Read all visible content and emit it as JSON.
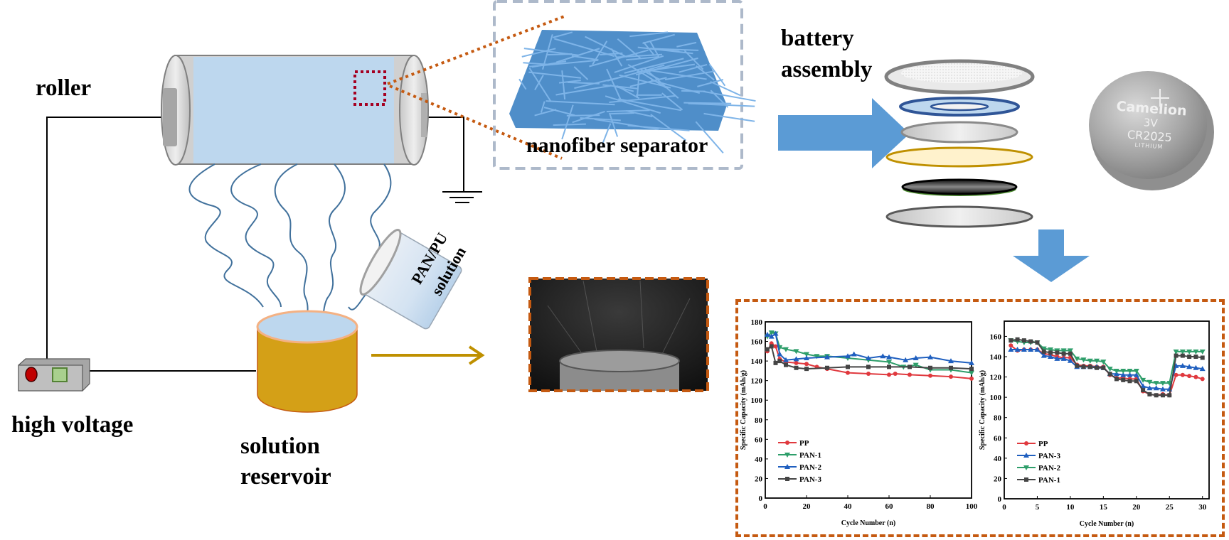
{
  "labels": {
    "roller": "roller",
    "high_voltage": "high voltage",
    "solution_reservoir_line1": "solution",
    "solution_reservoir_line2": "reservoir",
    "pan_pu_line1": "PAN/PU",
    "pan_pu_line2": "solution",
    "nanofiber_separator": "nanofiber separator",
    "battery_assembly_line1": "battery",
    "battery_assembly_line2": "assembly"
  },
  "coin_cell": {
    "brand": "Camelion",
    "voltage": "3V",
    "model": "CR2025",
    "chemistry": "LITHIUM"
  },
  "colors": {
    "roller_fill": "#bdd7ee",
    "roller_cap": "#d9d9d9",
    "fiber_jet": "#41719c",
    "reservoir": "#d4a017",
    "reservoir_edge": "#c55a11",
    "arrow_blue": "#5b9bd5",
    "arrow_gold": "#bf9000",
    "dotted_orange": "#c55a11",
    "highlight_red": "#a50021",
    "frame_gray": "#adb9ca",
    "frame_orange": "#c55a11",
    "pp": "#e0393e",
    "pan1_green": "#2e9e6a",
    "pan2_blue": "#1f5fbf",
    "pan3_gray": "#444444"
  },
  "chart_data": [
    {
      "type": "line",
      "title": "",
      "xlabel": "Cycle Number (n)",
      "ylabel": "Specific Capacity (mAh/g)",
      "xlim": [
        0,
        100
      ],
      "ylim": [
        0,
        180
      ],
      "xticks": [
        0,
        20,
        40,
        60,
        80,
        100
      ],
      "yticks": [
        0,
        20,
        40,
        60,
        80,
        100,
        120,
        140,
        160,
        180
      ],
      "legend_position": "bottom-left",
      "series": [
        {
          "name": "PP",
          "color": "#e0393e",
          "marker": "circle",
          "x": [
            1,
            3,
            5,
            7,
            10,
            15,
            20,
            25,
            30,
            40,
            50,
            60,
            63,
            70,
            80,
            90,
            100
          ],
          "y": [
            150,
            158,
            155,
            142,
            139,
            138,
            137,
            134,
            132,
            128,
            127,
            126,
            127,
            126,
            125,
            124,
            122
          ]
        },
        {
          "name": "PAN-1",
          "color": "#2e9e6a",
          "marker": "triangle-down",
          "x": [
            1,
            3,
            5,
            7,
            10,
            15,
            20,
            25,
            30,
            40,
            50,
            60,
            67,
            73,
            80,
            90,
            100
          ],
          "y": [
            165,
            169,
            168,
            154,
            152,
            150,
            147,
            145,
            145,
            143,
            141,
            139,
            134,
            136,
            131,
            131,
            128
          ]
        },
        {
          "name": "PAN-2",
          "color": "#1f5fbf",
          "marker": "triangle-up",
          "x": [
            1,
            3,
            5,
            7,
            10,
            15,
            20,
            30,
            40,
            43,
            50,
            57,
            60,
            68,
            73,
            80,
            90,
            100
          ],
          "y": [
            167,
            165,
            168,
            147,
            141,
            142,
            143,
            144,
            145,
            147,
            143,
            145,
            144,
            141,
            143,
            144,
            140,
            138
          ]
        },
        {
          "name": "PAN-3",
          "color": "#444444",
          "marker": "square",
          "x": [
            1,
            3,
            5,
            7,
            10,
            15,
            20,
            30,
            40,
            50,
            60,
            70,
            80,
            90,
            100
          ],
          "y": [
            152,
            155,
            138,
            140,
            136,
            133,
            132,
            133,
            134,
            134,
            134,
            134,
            133,
            133,
            132
          ]
        }
      ]
    },
    {
      "type": "line",
      "title": "",
      "xlabel": "Cycle Number (n)",
      "ylabel": "Specific Capacity (mAh/g)",
      "xlim": [
        0,
        31
      ],
      "ylim": [
        0,
        175
      ],
      "xticks": [
        0,
        5,
        10,
        15,
        20,
        25,
        30
      ],
      "yticks": [
        0,
        20,
        40,
        60,
        80,
        100,
        120,
        140,
        160
      ],
      "legend_position": "bottom-left",
      "x": [
        1,
        2,
        3,
        4,
        5,
        6,
        7,
        8,
        9,
        10,
        11,
        12,
        13,
        14,
        15,
        16,
        17,
        18,
        19,
        20,
        21,
        22,
        23,
        24,
        25,
        26,
        27,
        28,
        29,
        30
      ],
      "series": [
        {
          "name": "PP",
          "color": "#e0393e",
          "marker": "circle",
          "y": [
            151,
            146,
            147,
            147,
            147,
            143,
            142,
            140,
            139,
            139,
            132,
            131,
            131,
            130,
            130,
            122,
            119,
            119,
            118,
            118,
            106,
            103,
            102,
            103,
            102,
            122,
            122,
            121,
            120,
            118
          ]
        },
        {
          "name": "PAN-3",
          "color": "#1f5fbf",
          "marker": "triangle-up",
          "y": [
            147,
            147,
            147,
            147,
            147,
            141,
            140,
            138,
            138,
            136,
            130,
            130,
            130,
            130,
            129,
            123,
            123,
            122,
            122,
            122,
            111,
            109,
            109,
            108,
            108,
            131,
            131,
            130,
            129,
            128
          ]
        },
        {
          "name": "PAN-2",
          "color": "#2e9e6a",
          "marker": "triangle-down",
          "y": [
            156,
            155,
            154,
            154,
            154,
            148,
            147,
            146,
            146,
            146,
            138,
            137,
            136,
            136,
            135,
            128,
            126,
            126,
            126,
            126,
            117,
            115,
            114,
            114,
            114,
            145,
            145,
            145,
            145,
            145
          ]
        },
        {
          "name": "PAN-1",
          "color": "#444444",
          "marker": "square",
          "y": [
            156,
            157,
            156,
            155,
            154,
            145,
            144,
            144,
            143,
            143,
            131,
            130,
            130,
            129,
            129,
            123,
            118,
            117,
            116,
            116,
            107,
            103,
            102,
            102,
            102,
            141,
            141,
            140,
            140,
            139
          ]
        }
      ]
    }
  ]
}
